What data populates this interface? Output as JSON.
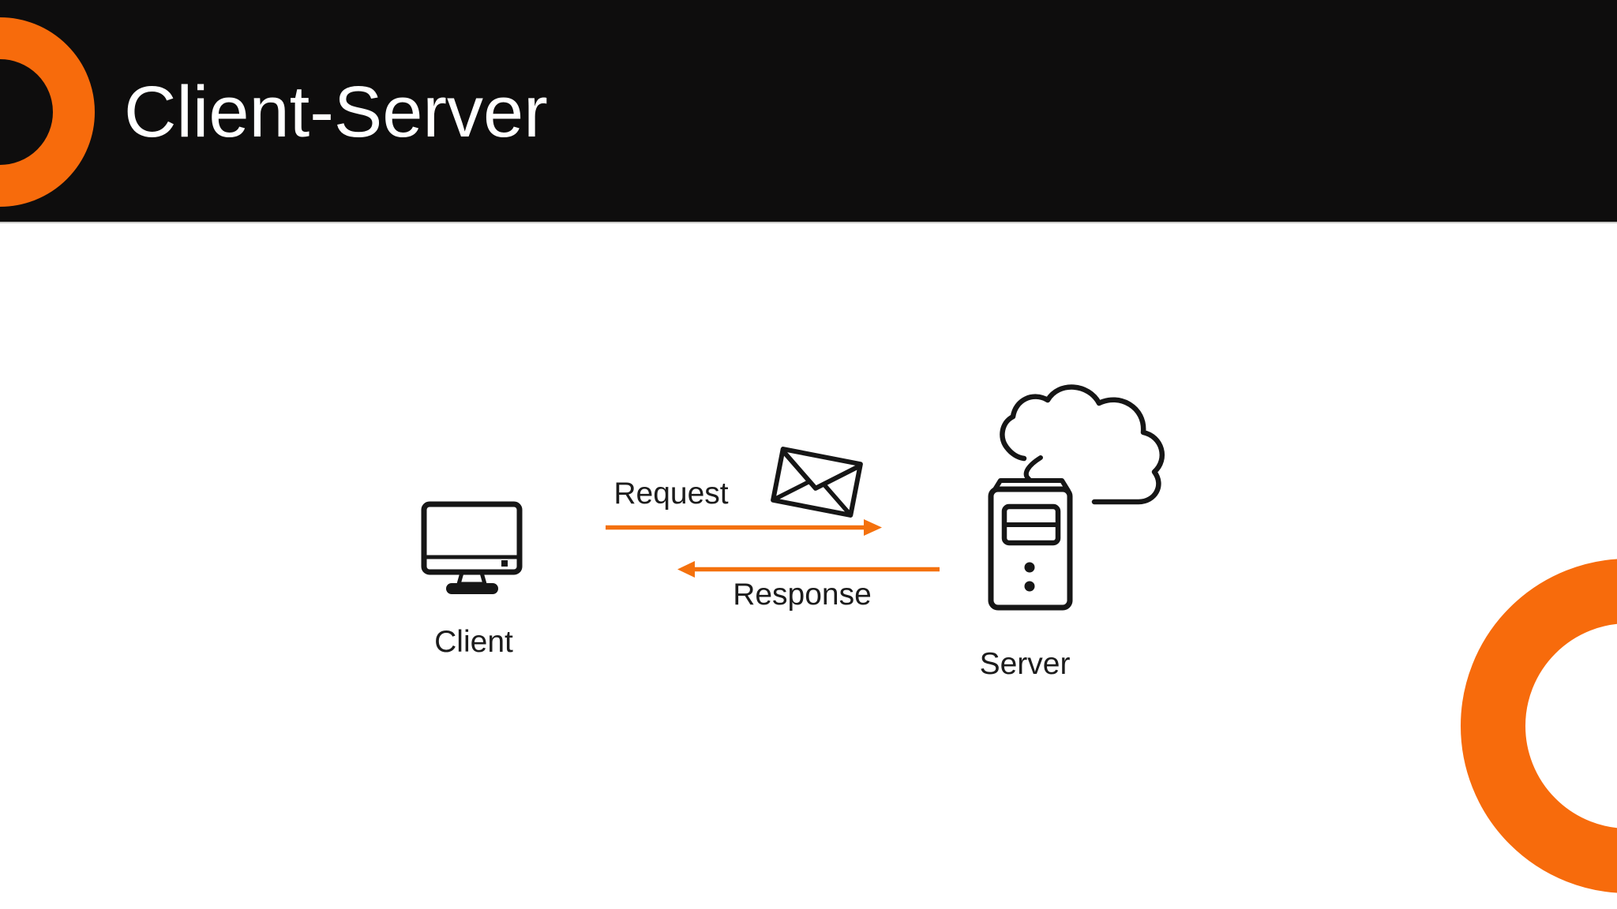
{
  "slide": {
    "title": "Client-Server",
    "theme": {
      "header_bg": "#0e0d0d",
      "accent_orange": "#f76b0c",
      "arrow_orange": "#f4710d",
      "icon_ink": "#161616",
      "title_color": "#ffffff",
      "label_color": "#1c1c1c",
      "background": "#ffffff",
      "header_divider": "#c9c9c6"
    },
    "decorations": [
      "orange-ring-top-left",
      "orange-ring-bottom-right"
    ]
  },
  "diagram": {
    "client": {
      "label": "Client",
      "icon": "monitor-icon"
    },
    "server": {
      "label": "Server",
      "icon": "server-tower-icon",
      "attached_icon": "cloud-icon"
    },
    "request": {
      "label": "Request",
      "direction": "client-to-server",
      "icon": "envelope-icon",
      "arrow_color": "#f4710d"
    },
    "response": {
      "label": "Response",
      "direction": "server-to-client",
      "arrow_color": "#f4710d"
    }
  }
}
